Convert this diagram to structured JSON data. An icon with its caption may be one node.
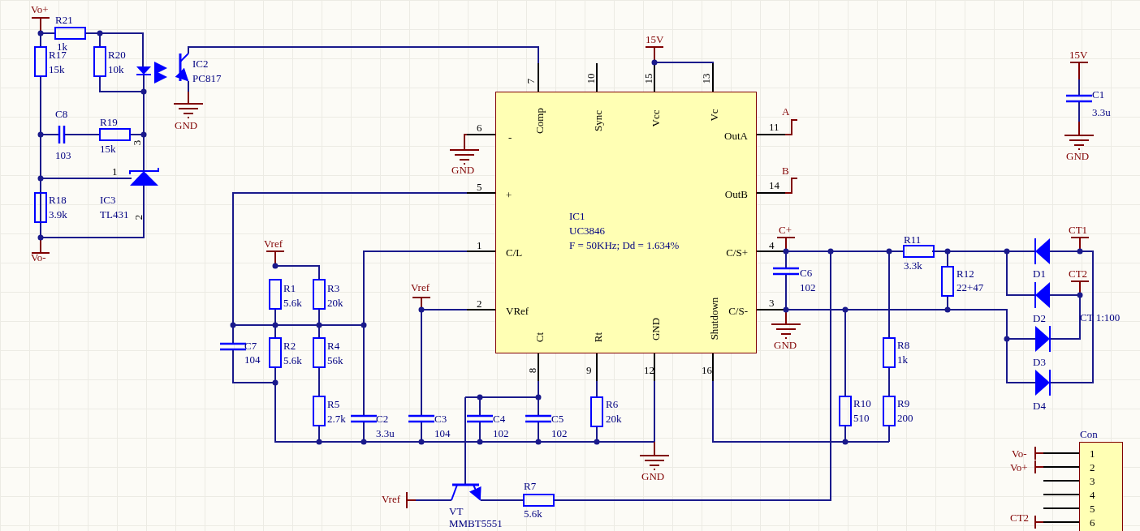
{
  "diagram": {
    "nodes": [
      {
        "text": [
          "Comp",
          "Sync",
          "Vcc",
          "Vc",
          "-",
          "OutA",
          "+",
          "OutB",
          "IC1",
          "UC3846",
          "F = 50KHz; Dd = 1.634%",
          "C/L",
          "C/S+",
          "VRef",
          "C/S-",
          "Ct",
          "Rt",
          "GND",
          "Shutdown"
        ]
      },
      {
        "text": [
          "Con",
          "1",
          "2",
          "3",
          "4",
          "5",
          "6"
        ]
      }
    ],
    "labels": [
      "Vo+",
      "R21",
      "1k",
      "R17",
      "15k",
      "R20",
      "10k",
      "IC2",
      "PC817",
      "GND",
      "C8",
      "R19",
      "3",
      "103",
      "15k",
      "1",
      "R18",
      "3.9k",
      "IC3",
      "TL431",
      "2",
      "Vo-",
      "15V",
      "7",
      "10",
      "15",
      "13",
      "6",
      "GND",
      "A",
      "11",
      "5",
      "B",
      "14",
      "C+",
      "1",
      "4",
      "2",
      "3",
      "GND",
      "8",
      "9",
      "12",
      "16",
      "Vref",
      "R1",
      "5.6k",
      "R3",
      "20k",
      "Vref",
      "C7",
      "104",
      "R2",
      "5.6k",
      "R4",
      "56k",
      "R5",
      "2.7k",
      "C2",
      "3.3u",
      "C3",
      "104",
      "C4",
      "102",
      "C5",
      "102",
      "R6",
      "20k",
      "GND",
      "R7",
      "Vref",
      "VT",
      "5.6k",
      "MMBT5551",
      "15V",
      "C1",
      "3.3u",
      "GND",
      "CT1",
      "R11",
      "3.3k",
      "C6",
      "R12",
      "D1",
      "CT2",
      "102",
      "22+47",
      "D2",
      "CT 1:100",
      "R8",
      "1k",
      "D3",
      "R10",
      "R9",
      "D4",
      "510",
      "200",
      "Vo-",
      "Vo+",
      "CT2"
    ]
  }
}
